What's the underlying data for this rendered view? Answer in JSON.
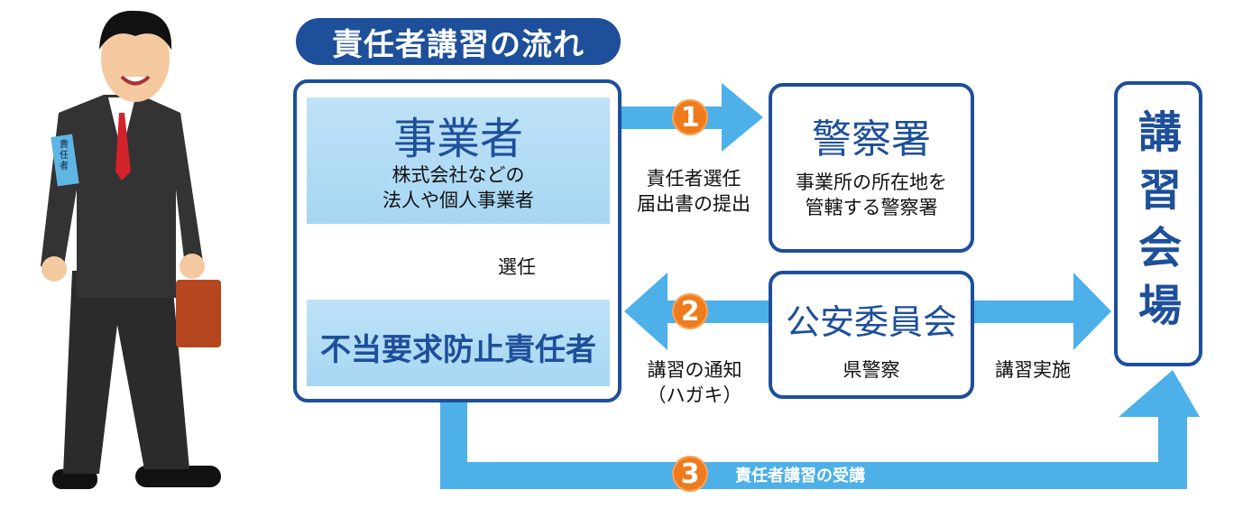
{
  "title": "責任者講習の流れ",
  "business": {
    "name": "事業者",
    "desc1": "株式会社などの",
    "desc2": "法人や個人事業者"
  },
  "select_label": "選任",
  "manager": "不当要求防止責任者",
  "police_station": {
    "name": "警察署",
    "desc1": "事業所の所在地を",
    "desc2": "管轄する警察署"
  },
  "commission": {
    "name": "公安委員会",
    "desc": "県警察"
  },
  "venue": "講習会場",
  "steps": [
    {
      "number": "1",
      "label1": "責任者選任",
      "label2": "届出書の提出"
    },
    {
      "number": "2",
      "label1": "講習の通知",
      "label2": "（ハガキ）"
    },
    {
      "number": "3",
      "label1": "責任者講習の受講"
    }
  ],
  "implement_label": "講習実施",
  "armband": "責任者",
  "colors": {
    "navy": "#1d4f9a",
    "arrow": "#4db0e9",
    "orange": "#ef7b1c"
  }
}
